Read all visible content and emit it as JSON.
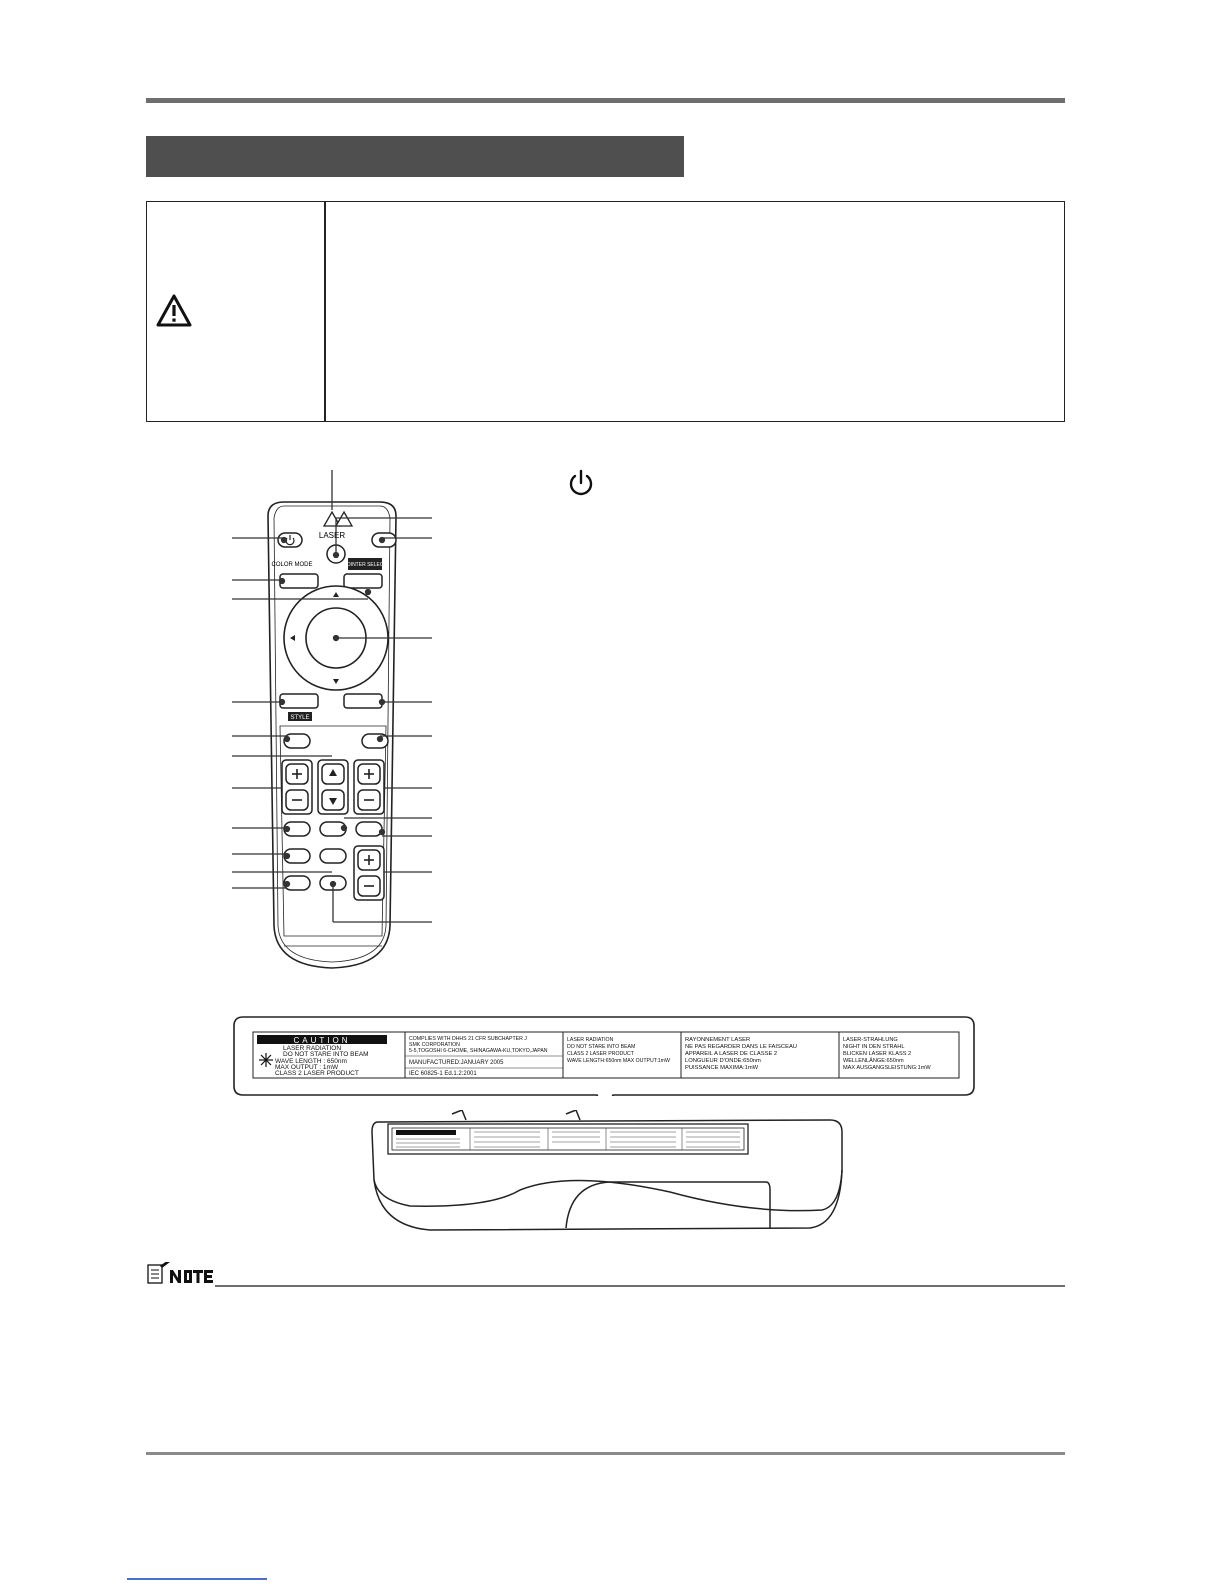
{
  "remote": {
    "button_laser": "LASER",
    "button_color_mode": "COLOR MODE",
    "button_pointer_select": "POINTER SELECT",
    "button_style": "STYLE"
  },
  "caution_label": {
    "title": "CAUTION",
    "col1": [
      "LASER RADIATION",
      "DO NOT STARE INTO BEAM",
      "WAVE LENGTH :        650nm",
      "MAX OUTPUT :          1mW",
      "CLASS 2 LASER PRODUCT"
    ],
    "col2": [
      "COMPLIES WITH DHHS 21 CFR SUBCHAPTER J",
      "SMK CORPORATION",
      "5-5,TOGOSHI 6-CHOME, SHINAGAWA-KU,TOKYO,JAPAN",
      "MANUFACTURED:JANUARY 2005",
      "IEC 60825-1 Ed.1.2:2001"
    ],
    "col3": [
      "LASER RADIATION",
      "DO NOT STARE INTO BEAM",
      "CLASS 2 LASER PRODUCT",
      "WAVE LENGTH:650nm MAX OUTPUT:1mW"
    ],
    "col4": [
      "RAYONNEMENT LASER",
      "NE PAS REGARDER DANS LE FAISCEAU",
      "APPAREIL A LASER DE CLASSE 2",
      "LONGUEUR D'ONDE:650nm",
      "PUISSANCE MAXIMA:1mW"
    ],
    "col5": [
      "LASER-STRAHLUNG",
      "NIGHT IN DEN STRAHL",
      "BLICKEN LASER KLASS 2",
      "WELLENLÄNGE:650nm",
      "MAX AUSGANGSLEISTUNG:1mW"
    ]
  },
  "colors": {
    "rule": "#6e6e6e",
    "section_bar": "#4f4f4f",
    "label_bg": "#ffffff"
  },
  "icons": [
    "warning-triangle-icon",
    "power-icon",
    "note-icon"
  ]
}
